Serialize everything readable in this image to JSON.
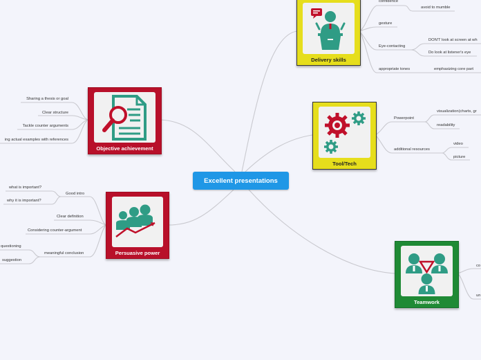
{
  "central": "Excellent presentations",
  "colors": {
    "central": "#1f97e6",
    "yellow": "#e6de1c",
    "red": "#b8102a",
    "green": "#1f8a35",
    "teal": "#2f9c85",
    "line": "#c9c9cf"
  },
  "delivery": {
    "title": "Delivery skills",
    "icon": "presenter-icon",
    "items": {
      "confidence": "confidence",
      "mumble": "avoid to mumble",
      "gesture": "gesture",
      "eye": "Eye-contacting",
      "dont_look": "DON'T look at screen at wh",
      "listener": "Do look at listener's eye",
      "tones": "appropriate tones",
      "emphasize": "emphasizing core part"
    }
  },
  "tool": {
    "title": "Tool/Tech",
    "icon": "gears-icon",
    "items": {
      "powerpoint": "Powerpoint",
      "visualization": "visualization(charts, gr",
      "readability": "readability",
      "additional": "additional resources",
      "video": "video",
      "picture": "picture"
    }
  },
  "teamwork": {
    "title": "Teamwork",
    "icon": "team-icon",
    "items": {
      "co": "co",
      "un": "un"
    }
  },
  "objective": {
    "title": "Objective achievement",
    "icon": "document-search-icon",
    "items": {
      "thesis": "Sharing a thesis or goal",
      "structure": "Clear structure",
      "counter": "Tackle counter arguments",
      "examples": "ing actual examples with references"
    }
  },
  "persuasive": {
    "title": "Persuasive power",
    "icon": "audience-growth-icon",
    "items": {
      "good_intro": "Good intro",
      "what_important": "what is important?",
      "why_important": "why it is important?",
      "clear_def": "Clear definition",
      "considering": "Considering counter-argument",
      "meaningful": "meaningful conclusion",
      "questioning": "questioning",
      "suggestion": "suggestion"
    }
  }
}
